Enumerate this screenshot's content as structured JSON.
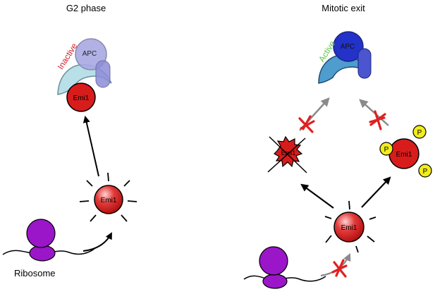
{
  "left_panel": {
    "title": "G2 phase",
    "state_label": "Inactive",
    "apc_label": "APC",
    "emi1_bound_label": "Emi1",
    "emi1_free_label": "Emi1",
    "ribosome_label": "Ribosome"
  },
  "right_panel": {
    "title": "Mitotic exit",
    "state_label": "Active",
    "apc_label": "APC",
    "emi1_label": "Emi1",
    "emi1_phospho_label": "Emi1",
    "degraded_label": "Emi1",
    "phospho_labels": [
      "P",
      "P",
      "P"
    ]
  },
  "colors": {
    "inactive_text": "#d0202a",
    "active_text": "#5cc640",
    "emi1_red": "#d81c1c",
    "ribosome_purple": "#9a16c8",
    "phosphate_yellow": "#f2ec1a",
    "apc_inactive": "#8c8cd8",
    "apc_active": "#2332c8",
    "cdc20_lightblue": "#8ccfe0",
    "block_x_red": "#e02020",
    "gray_arrow": "#8a8a8a"
  }
}
